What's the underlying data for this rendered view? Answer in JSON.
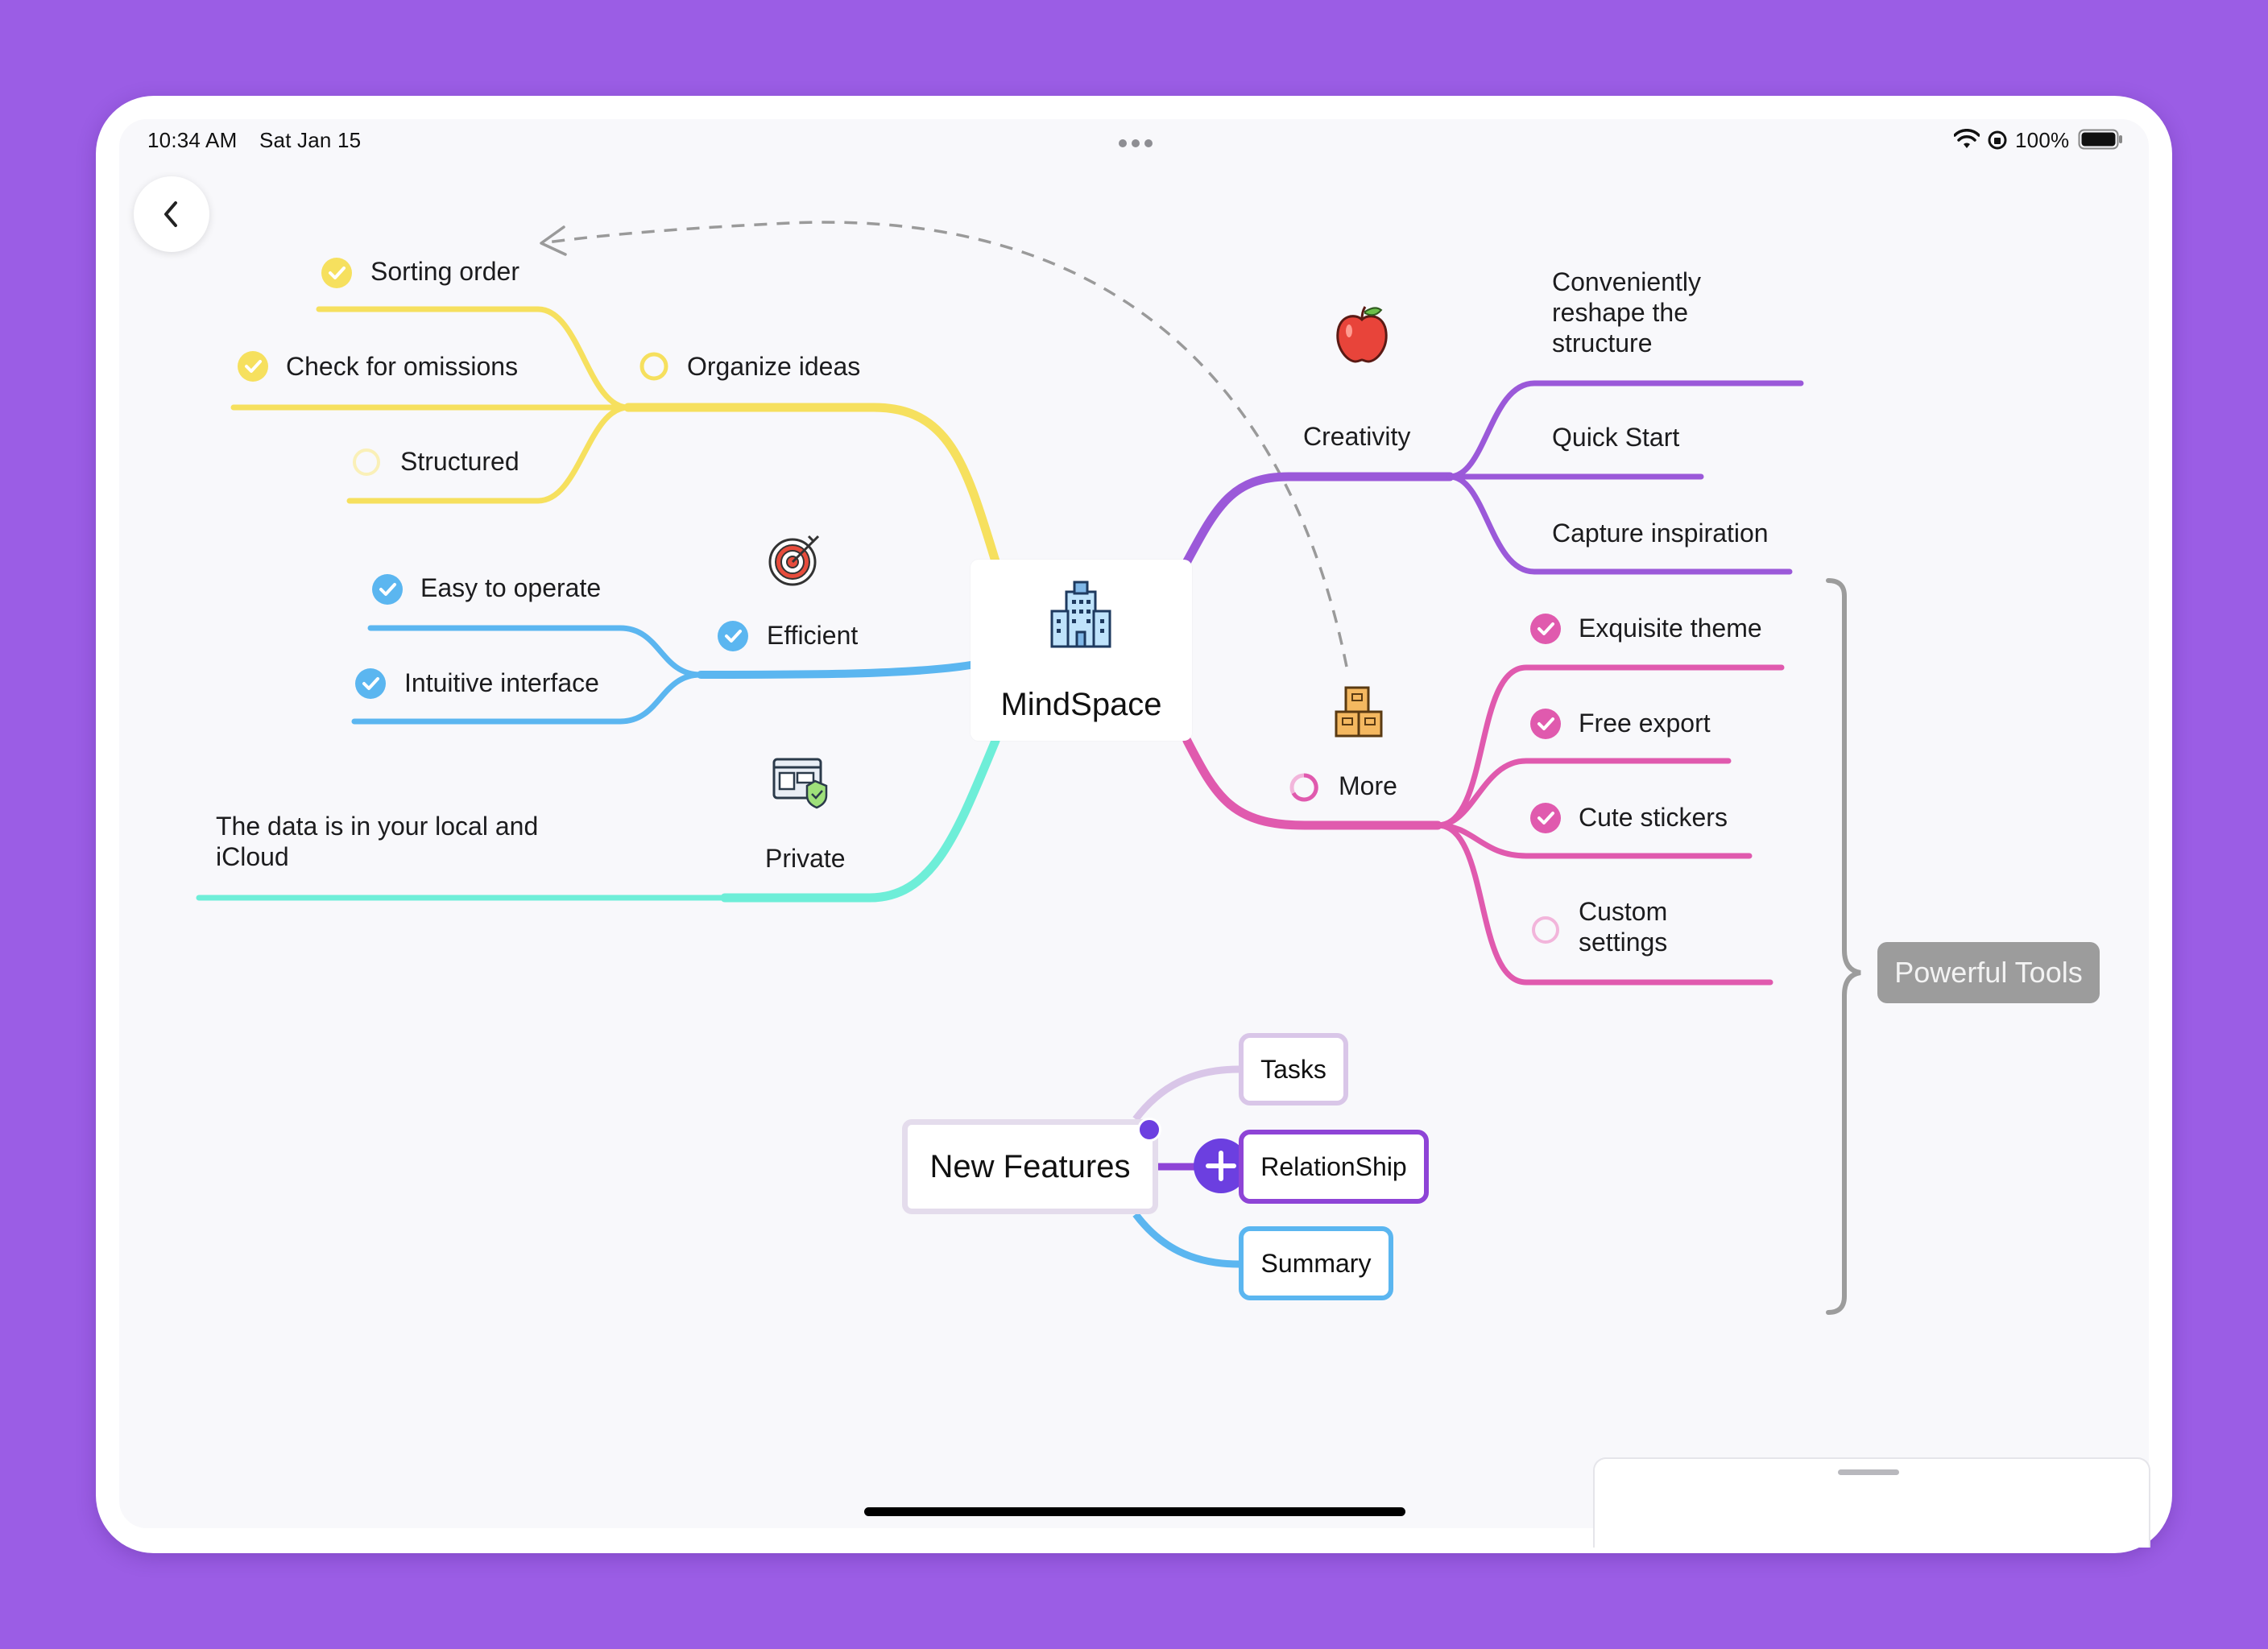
{
  "status_bar": {
    "time": "10:34 AM",
    "date": "Sat Jan 15",
    "battery": "100%"
  },
  "root": {
    "title": "MindSpace",
    "icon": "office-building-icon"
  },
  "branches": {
    "organize": {
      "label": "Organize ideas",
      "color": "#f6e05e",
      "children": [
        {
          "label": "Sorting order",
          "status": "done"
        },
        {
          "label": "Check for omissions",
          "status": "done"
        },
        {
          "label": "Structured",
          "status": "todo"
        }
      ]
    },
    "efficient": {
      "label": "Efficient",
      "color": "#5bb6f0",
      "icon": "target-icon",
      "children": [
        {
          "label": "Easy to operate",
          "status": "done"
        },
        {
          "label": "Intuitive interface",
          "status": "done"
        }
      ]
    },
    "private": {
      "label": "Private",
      "color": "#6eeed8",
      "icon": "secure-browser-icon",
      "children": [
        {
          "label": "The data is in your local and iCloud"
        }
      ]
    },
    "creativity": {
      "label": "Creativity",
      "color": "#9b59d9",
      "icon": "apple-icon",
      "children": [
        {
          "label": "Conveniently reshape the structure"
        },
        {
          "label": "Quick Start"
        },
        {
          "label": "Capture inspiration"
        }
      ]
    },
    "more": {
      "label": "More",
      "color": "#e05aae",
      "icon": "boxes-icon",
      "children": [
        {
          "label": "Exquisite theme",
          "status": "done"
        },
        {
          "label": "Free export",
          "status": "done"
        },
        {
          "label": "Cute stickers",
          "status": "done"
        },
        {
          "label": "Custom settings",
          "status": "todo"
        }
      ]
    }
  },
  "summary": {
    "label": "Powerful Tools",
    "color": "#9c9c9c"
  },
  "new_features": {
    "label": "New Features",
    "children": [
      {
        "label": "Tasks",
        "color": "#d9c6e8"
      },
      {
        "label": "RelationShip",
        "color": "#8e44d6"
      },
      {
        "label": "Summary",
        "color": "#5bb6f0"
      }
    ]
  },
  "colors": {
    "background": "#9b5de5",
    "canvas": "#f8f8fb",
    "accent_add": "#6c3fe0"
  }
}
